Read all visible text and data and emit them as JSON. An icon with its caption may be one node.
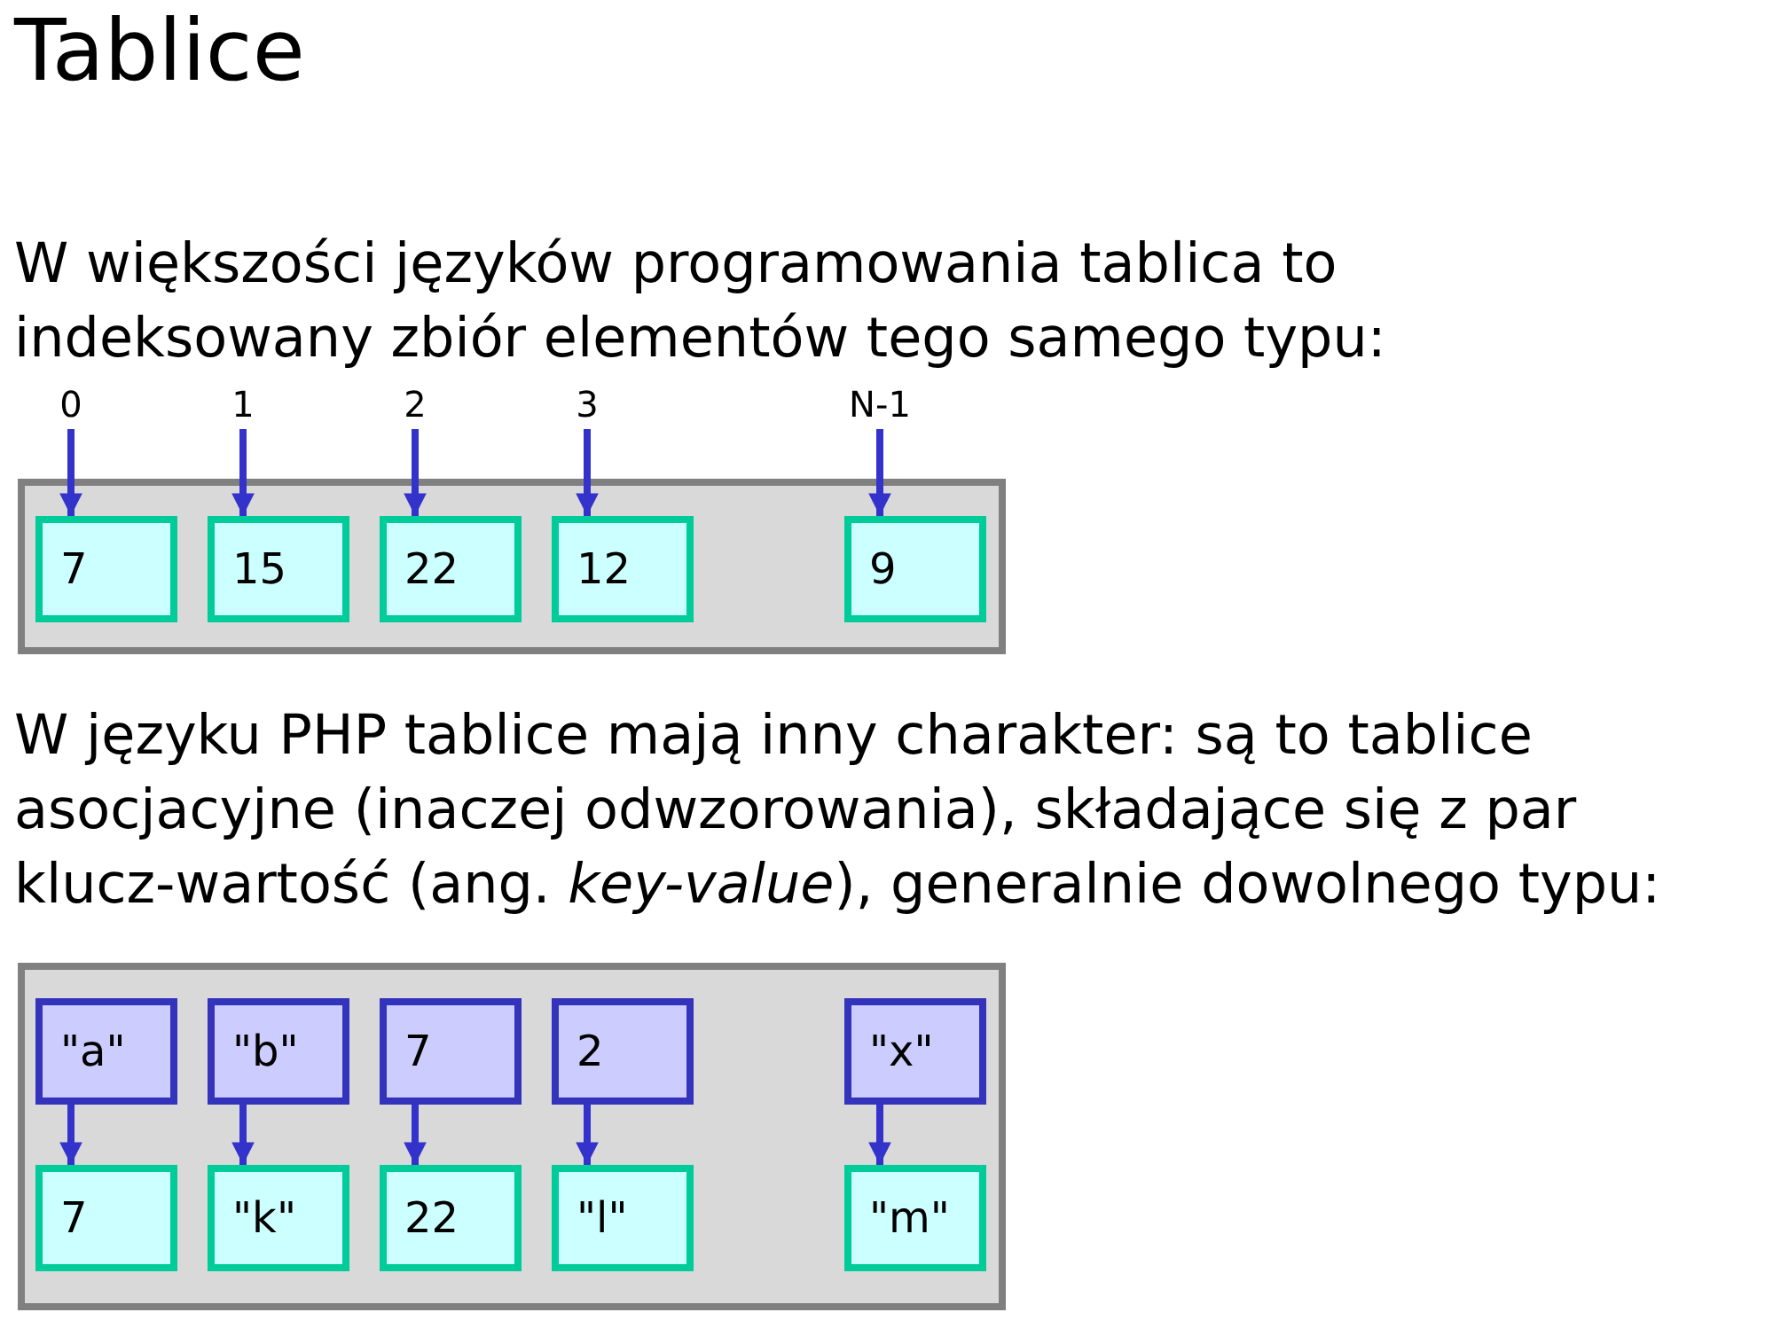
{
  "diagram": {
    "title": "Tablice",
    "nodes": [
      {
        "text": [
          "0"
        ]
      },
      {
        "text": [
          "1"
        ]
      },
      {
        "text": [
          "2"
        ]
      },
      {
        "text": [
          "3"
        ]
      },
      {
        "text": [
          "N-1"
        ]
      },
      {
        "text": [],
        "shape": "box"
      },
      {
        "text": [
          "7"
        ],
        "in": 5
      },
      {
        "text": [
          "15"
        ],
        "in": 5
      },
      {
        "text": [
          "22"
        ],
        "in": 5
      },
      {
        "text": [
          "12"
        ],
        "in": 5
      },
      {
        "text": [
          "9"
        ],
        "in": 5
      },
      {
        "text": [],
        "shape": "box"
      },
      {
        "text": [
          "\"a\""
        ],
        "in": 11
      },
      {
        "text": [
          "\"b\""
        ],
        "in": 11
      },
      {
        "text": [
          "7"
        ],
        "in": 11
      },
      {
        "text": [
          "2"
        ],
        "in": 11
      },
      {
        "text": [
          "\"x\""
        ],
        "in": 11
      },
      {
        "text": [
          "7"
        ],
        "in": 11
      },
      {
        "text": [
          "\"k\""
        ],
        "in": 11
      },
      {
        "text": [
          "22"
        ],
        "in": 11
      },
      {
        "text": [
          "\"l\""
        ],
        "in": 11
      },
      {
        "text": [
          "\"m\""
        ],
        "in": 11
      }
    ],
    "edges": [
      {
        "from": 0,
        "to": 6,
        "arrow": "to"
      },
      {
        "from": 1,
        "to": 7,
        "arrow": "to"
      },
      {
        "from": 2,
        "to": 8,
        "arrow": "to"
      },
      {
        "from": 3,
        "to": 9,
        "arrow": "to"
      },
      {
        "from": 4,
        "to": 10,
        "arrow": "to"
      },
      {
        "from": 12,
        "to": 17,
        "arrow": "to"
      },
      {
        "from": 13,
        "to": 18,
        "arrow": "to"
      },
      {
        "from": 14,
        "to": 19,
        "arrow": "to"
      },
      {
        "from": 15,
        "to": 20,
        "arrow": "to"
      },
      {
        "from": 16,
        "to": 21,
        "arrow": "to"
      }
    ],
    "labels": [
      "W większości języków programowania tablica to indeksowany zbiór elementów tego samego typu:",
      "W języku PHP tablice mają inny charakter: są to tablice asocjacyjne (inaczej odwzorowania), składające się z par klucz-wartość (ang. *key-value*), generalnie dowolnego typu:"
    ]
  }
}
